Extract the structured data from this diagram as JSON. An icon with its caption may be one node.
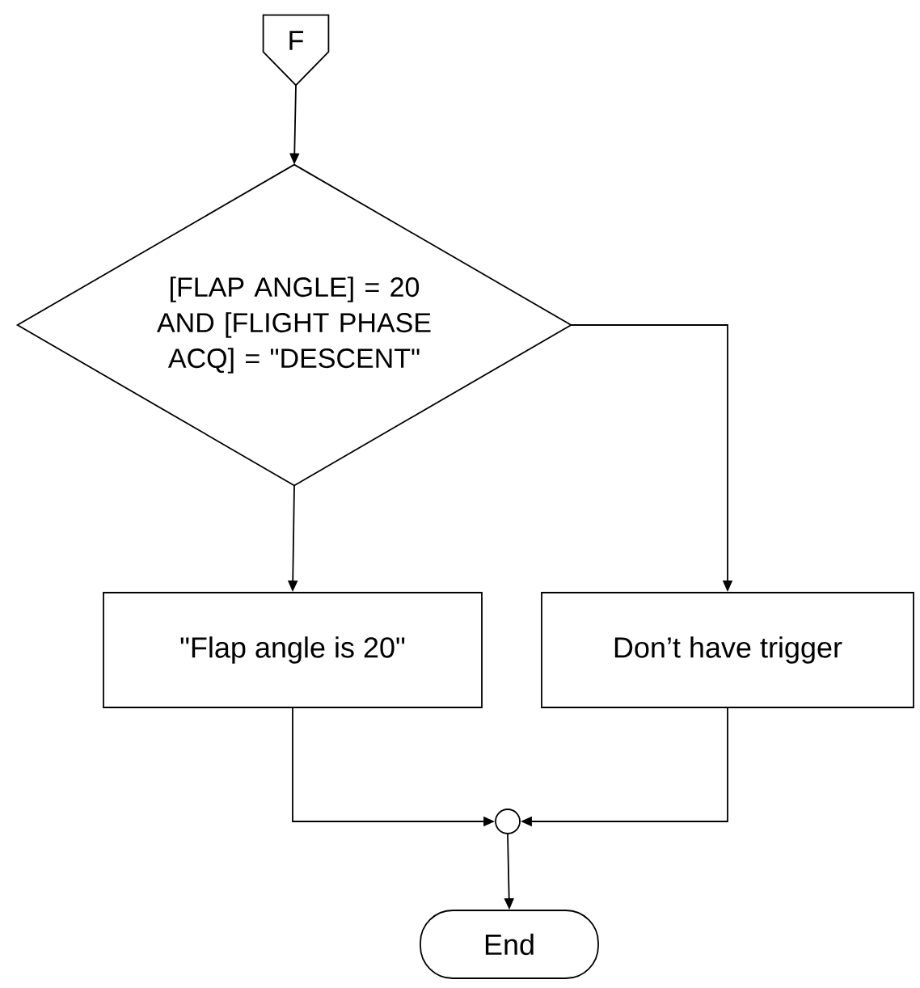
{
  "diagram": {
    "nodes": [
      {
        "text": [
          "F"
        ]
      },
      {
        "text": [
          "[FLAP ANGLE] = 20 AND [FLIGHT PHASE ACQ] = \"DESCENT\""
        ]
      },
      {
        "text": [
          "\"Flap angle is 20\""
        ]
      },
      {
        "text": [
          "Don’t have trigger"
        ]
      },
      {
        "text": [],
        "shape": "circle"
      },
      {
        "text": [
          "End"
        ]
      }
    ],
    "edges": [
      {
        "from": 0,
        "to": 1,
        "arrow": "to"
      },
      {
        "from": 1,
        "to": 2,
        "arrow": "to"
      },
      {
        "from": 1,
        "to": 3,
        "arrow": "to"
      },
      {
        "from": 2,
        "to": 4,
        "arrow": "to"
      },
      {
        "from": 3,
        "to": 4,
        "arrow": "to"
      },
      {
        "from": 4,
        "to": 5,
        "arrow": "to"
      }
    ]
  }
}
